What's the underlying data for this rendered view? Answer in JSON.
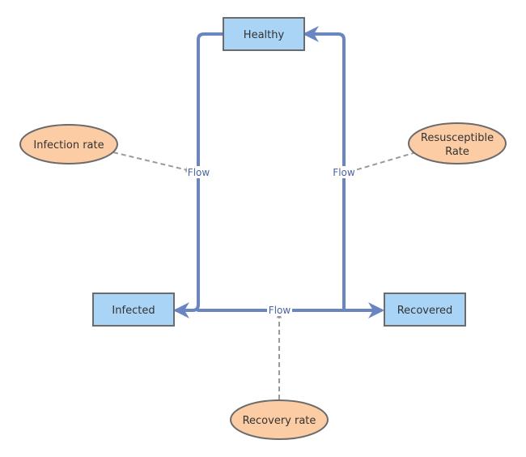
{
  "nodes": {
    "healthy": "Healthy",
    "infected": "Infected",
    "recovered": "Recovered",
    "infection_rate": "Infection rate",
    "resusceptible_rate_line1": "Resusceptible",
    "resusceptible_rate_line2": "Rate",
    "recovery_rate": "Recovery rate"
  },
  "flows": {
    "infection_flow": "Flow",
    "resusceptible_flow": "Flow",
    "recovery_flow": "Flow"
  },
  "colors": {
    "stock_fill": "#aad4f5",
    "auxiliary_fill": "#fccca4",
    "flow_stroke": "#6a86c0",
    "link_stroke": "#9a9a9a"
  }
}
